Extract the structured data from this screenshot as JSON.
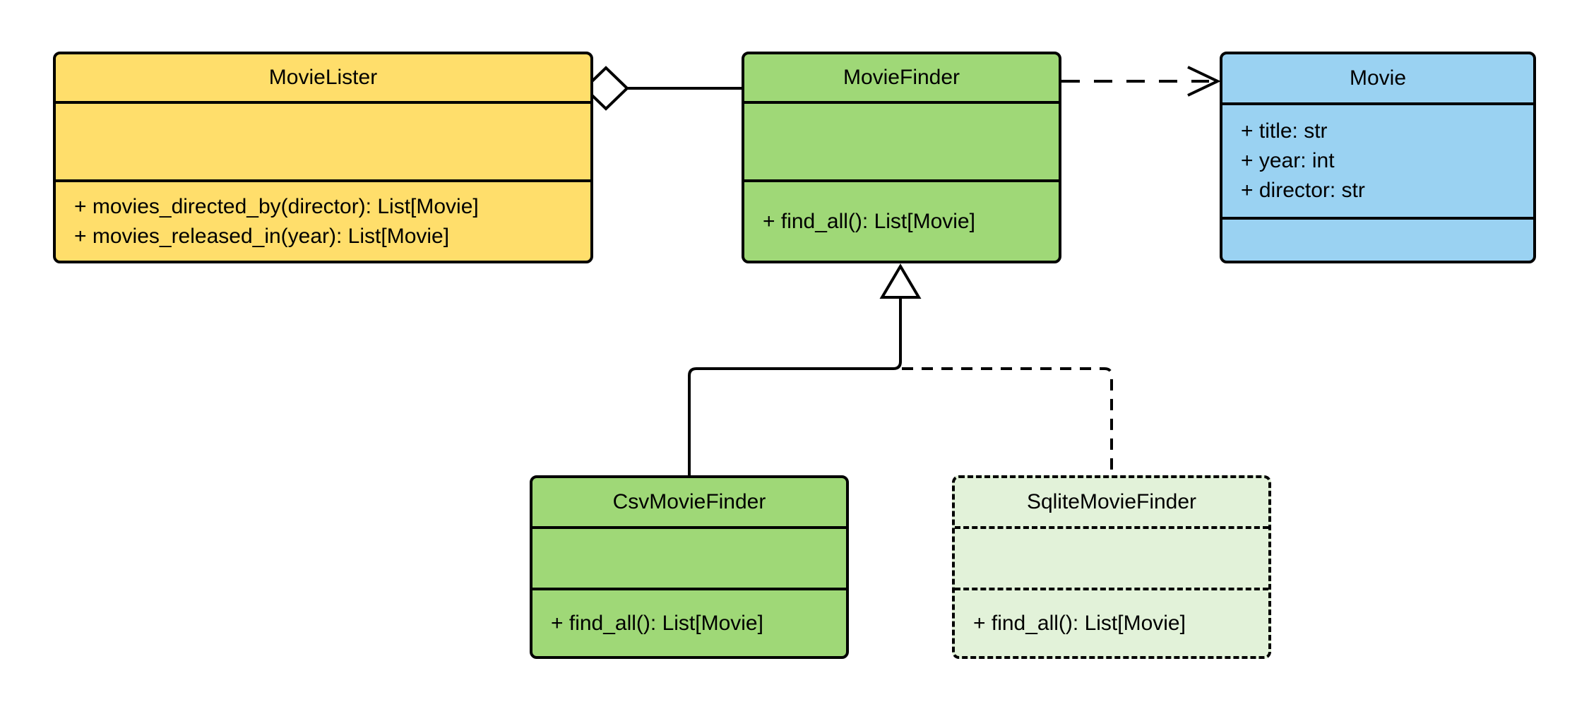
{
  "colors": {
    "movie_lister_fill": "#FFDE6B",
    "movie_finder_fill": "#9FD877",
    "movie_fill": "#9AD2F2",
    "csv_movie_finder_fill": "#9FD877",
    "sqlite_movie_finder_fill": "#E2F2D9",
    "stroke": "#000000",
    "background": "#FFFFFF"
  },
  "classes": {
    "movie_lister": {
      "name": "MovieLister",
      "attributes": [],
      "methods": [
        "+ movies_directed_by(director): List[Movie]",
        "+ movies_released_in(year): List[Movie]"
      ]
    },
    "movie_finder": {
      "name": "MovieFinder",
      "attributes": [],
      "methods": [
        "+ find_all(): List[Movie]"
      ]
    },
    "movie": {
      "name": "Movie",
      "attributes": [
        "+ title: str",
        "+ year: int",
        "+ director: str"
      ],
      "methods": []
    },
    "csv_movie_finder": {
      "name": "CsvMovieFinder",
      "attributes": [],
      "methods": [
        "+ find_all(): List[Movie]"
      ]
    },
    "sqlite_movie_finder": {
      "name": "SqliteMovieFinder",
      "attributes": [],
      "methods": [
        "+ find_all(): List[Movie]"
      ]
    }
  },
  "relationships": [
    {
      "type": "aggregation",
      "from": "MovieLister",
      "to": "MovieFinder",
      "line": "solid",
      "marker": "hollow-diamond-at-MovieLister"
    },
    {
      "type": "dependency",
      "from": "MovieFinder",
      "to": "Movie",
      "line": "dashed",
      "marker": "open-arrow-at-Movie"
    },
    {
      "type": "generalization",
      "from": "CsvMovieFinder",
      "to": "MovieFinder",
      "line": "solid",
      "marker": "hollow-triangle-at-MovieFinder"
    },
    {
      "type": "generalization",
      "from": "SqliteMovieFinder",
      "to": "MovieFinder",
      "line": "dashed",
      "marker": "hollow-triangle-at-MovieFinder"
    }
  ]
}
